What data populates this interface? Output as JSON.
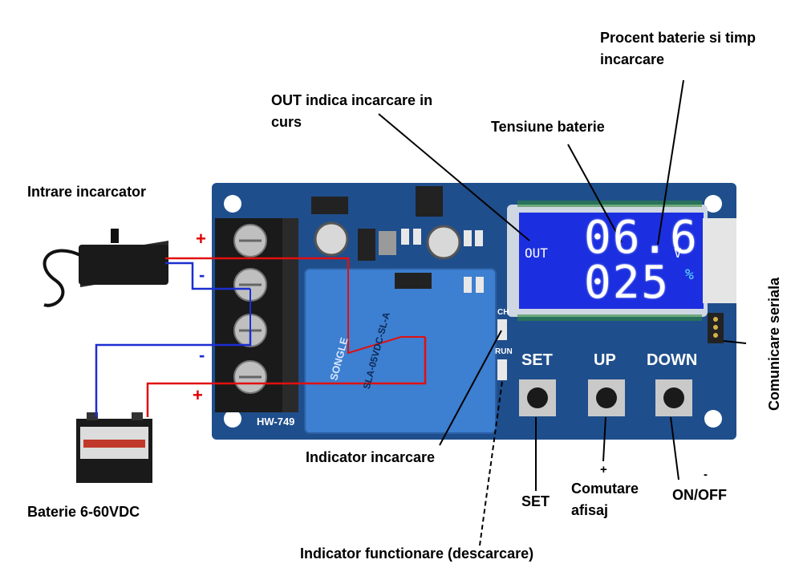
{
  "labels": {
    "procent_line1": "Procent baterie si timp",
    "procent_line2": "incarcare",
    "out_line1": "OUT indica incarcare in",
    "out_line2": "curs",
    "tensiune": "Tensiune baterie",
    "intrare": "Intrare incarcator",
    "comunicare": "Comunicare seriala",
    "indicator_incarcare": "Indicator incarcare",
    "baterie": "Baterie 6-60VDC",
    "set": "SET",
    "plus_sign": "+",
    "comutare_line1": "Comutare",
    "comutare_line2": "afisaj",
    "minus_sign": "-",
    "on_off": "ON/OFF",
    "indicator_functionare": "Indicator functionare (descarcare)"
  },
  "board": {
    "model": "HW-749",
    "lcd_out": "OUT",
    "lcd_voltage": "06.6",
    "lcd_v_unit": "V",
    "lcd_percent": "025",
    "lcd_pct_unit": "%",
    "btn_set": "SET",
    "btn_up": "UP",
    "btn_down": "DOWN",
    "relay_text": "SLA-05VDC-SL-A",
    "relay_brand": "SONGLE",
    "led_ch": "CH",
    "led_run": "RUN",
    "wire_plus_top": "+",
    "wire_minus_top": "-",
    "wire_minus_bottom": "-",
    "wire_plus_bottom": "+"
  },
  "colors": {
    "pcb": "#1f4e8c",
    "lcd": "#1c2fe0",
    "wire_red": "#e01010",
    "wire_blue": "#1a2fd0"
  }
}
